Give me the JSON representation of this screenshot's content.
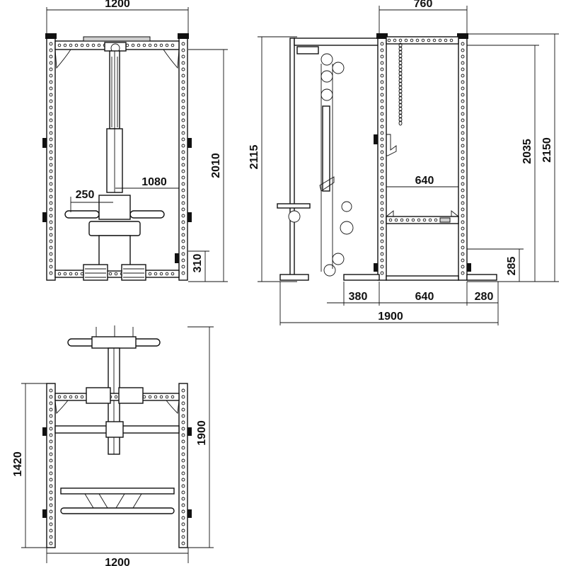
{
  "dimensions": {
    "front_width_top": "1200",
    "front_inner_width": "1080",
    "front_handle_offset": "250",
    "front_height": "2010",
    "front_low_height": "310",
    "side_top_depth": "760",
    "side_total_height": "2115",
    "side_inner_depth_upper": "640",
    "side_upright_height": "2035",
    "side_height_2150": "2150",
    "side_low_height": "285",
    "side_front_ext": "380",
    "side_inner_depth_base": "640",
    "side_rear_ext": "280",
    "side_total_depth": "1900",
    "top_height_1420": "1420",
    "top_depth_1900": "1900",
    "top_width_bottom": "1200"
  }
}
